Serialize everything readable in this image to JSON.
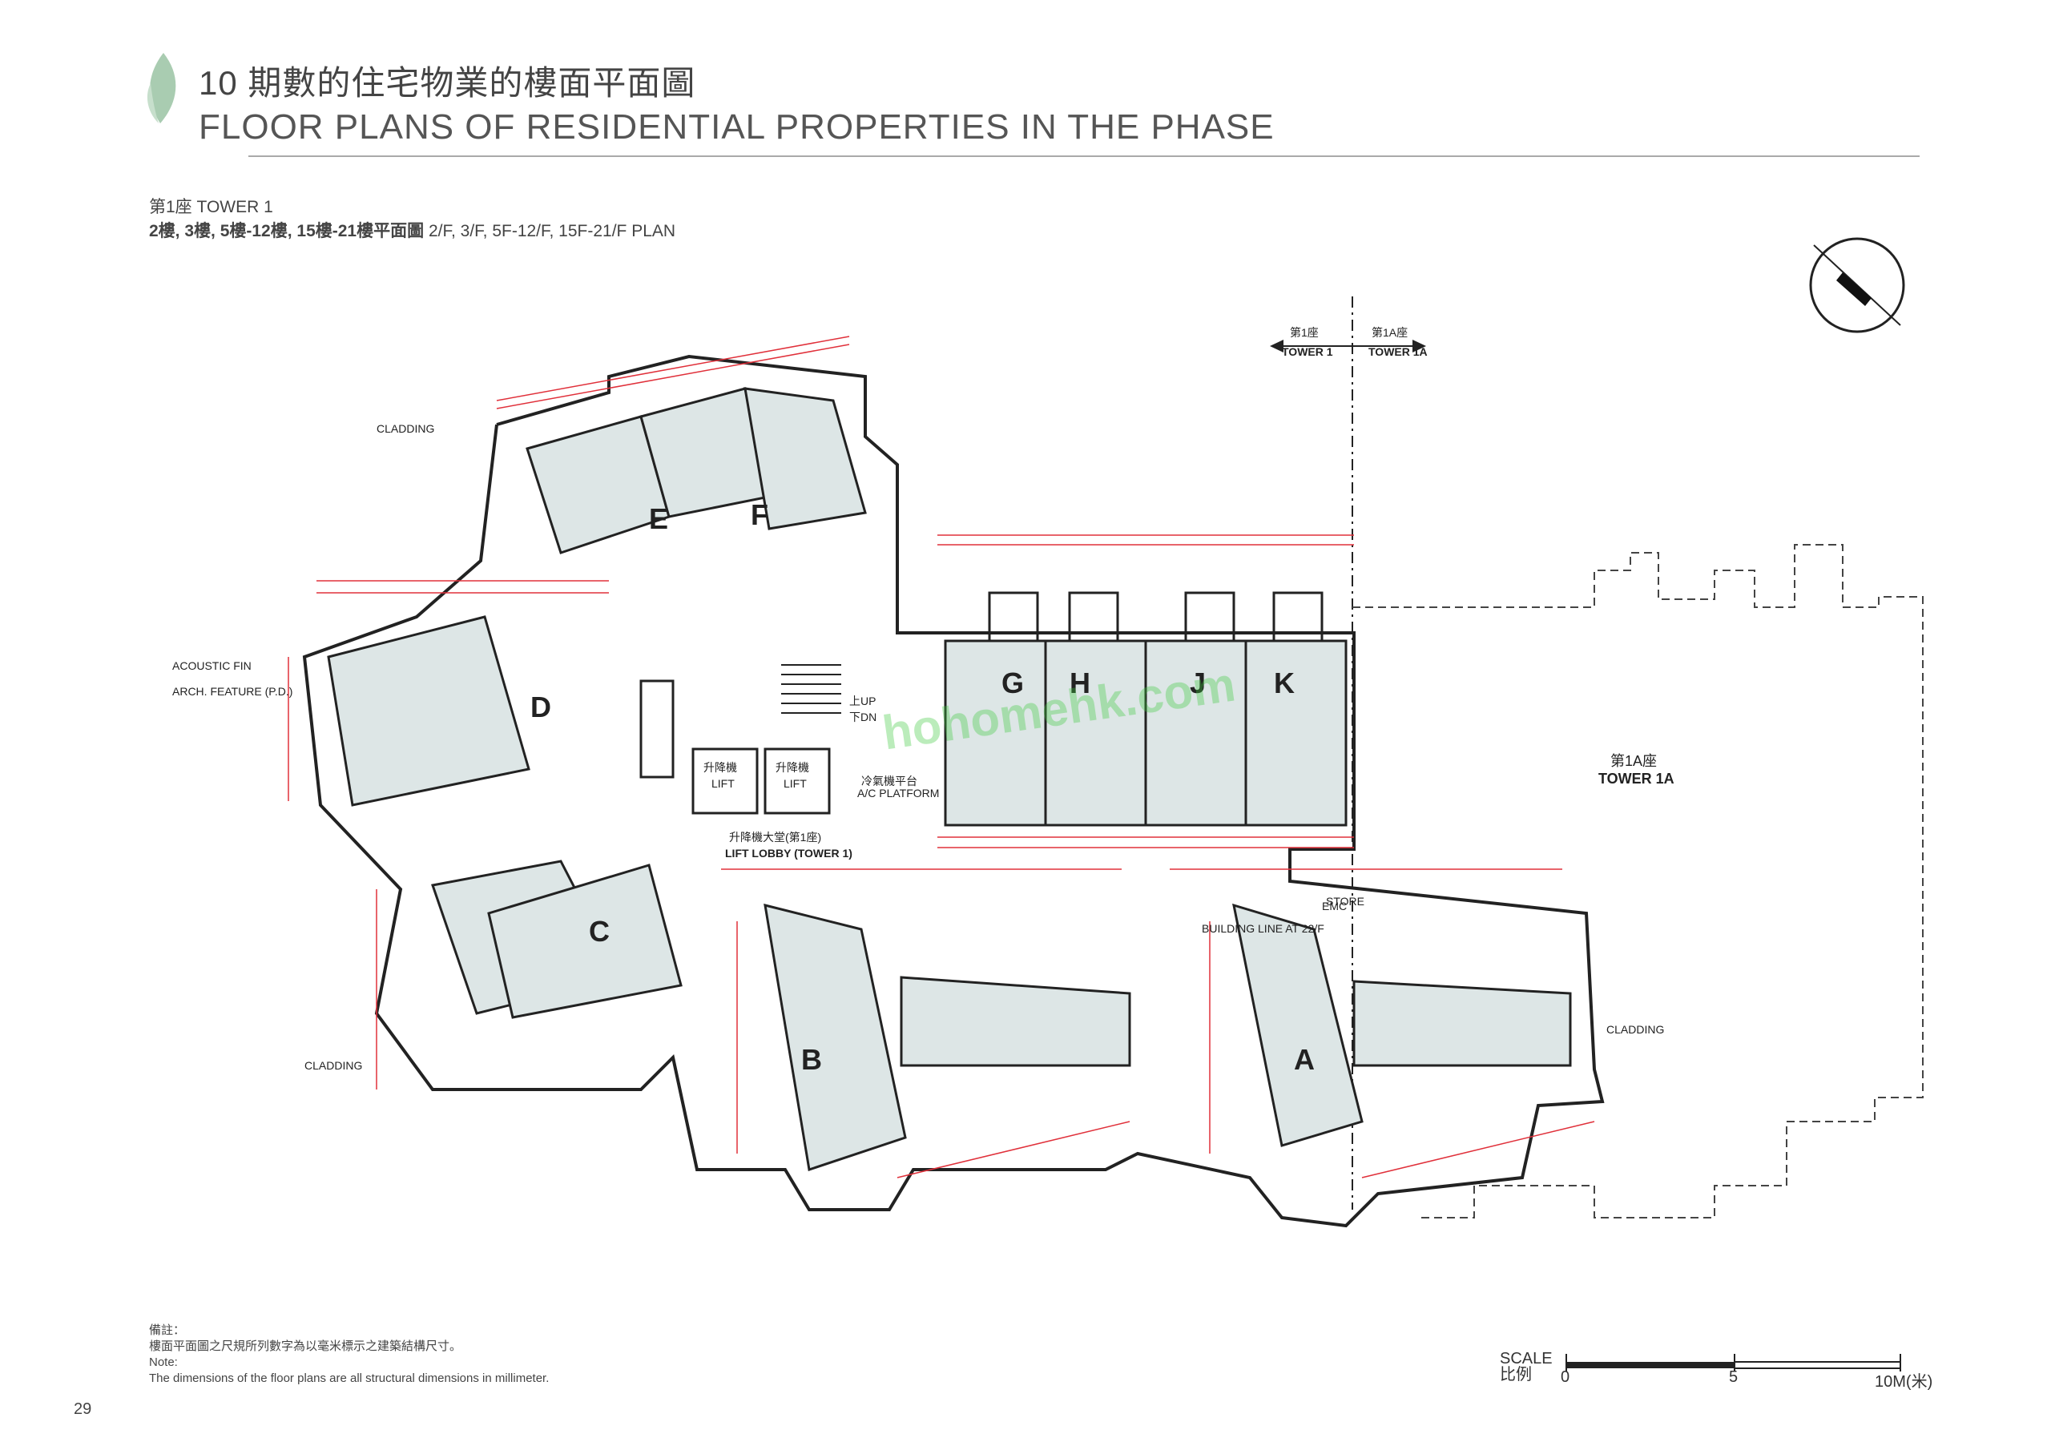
{
  "header": {
    "title_cn": "10 期數的住宅物業的樓面平面圖",
    "title_en": "FLOOR PLANS OF RESIDENTIAL PROPERTIES IN THE PHASE"
  },
  "subtitle": {
    "line1": "第1座 TOWER 1",
    "line2_cn": "2樓, 3樓, 5樓-12樓, 15樓-21樓平面圖",
    "line2_en": "2/F, 3/F, 5F-12/F, 15F-21/F PLAN"
  },
  "plan": {
    "tower1_cn": "第1座",
    "tower1_en": "TOWER 1",
    "tower1a_cn": "第1A座",
    "tower1a_en": "TOWER 1A",
    "flats": [
      "A",
      "B",
      "C",
      "D",
      "E",
      "F",
      "G",
      "H",
      "J",
      "K"
    ],
    "lift": "升降機",
    "lift_en": "LIFT",
    "lift_lobby": "升降機大堂(第1座)",
    "lift_lobby_en": "LIFT LOBBY (TOWER 1)",
    "ac_platform": "A/C PLATFORM",
    "cladding": "CLADDING",
    "arch_feature": "ARCH. FEATURE (P.D.)",
    "acoustic_fin": "ACOUSTIC FIN",
    "building_line": "BUILDING LINE AT 22/F",
    "emc": "EMC",
    "store": "STORE",
    "up": "上UP",
    "dn": "下DN"
  },
  "notes": {
    "cn_heading": "備註：",
    "cn_text": "樓面平面圖之尺規所列數字為以毫米標示之建築結構尺寸。",
    "en_heading": "Note:",
    "en_text": "The dimensions of the floor plans are all structural dimensions in millimeter."
  },
  "scale": {
    "label_en": "SCALE",
    "label_cn": "比例",
    "t0": "0",
    "t5": "5",
    "t10": "10M(米)"
  },
  "watermark": "hohomehk.com",
  "page_number": "29",
  "colors": {
    "wall": "#222222",
    "dimension": "#e0303a",
    "room_fill": "#dde6e6",
    "leaf": "#a9ccb1"
  }
}
